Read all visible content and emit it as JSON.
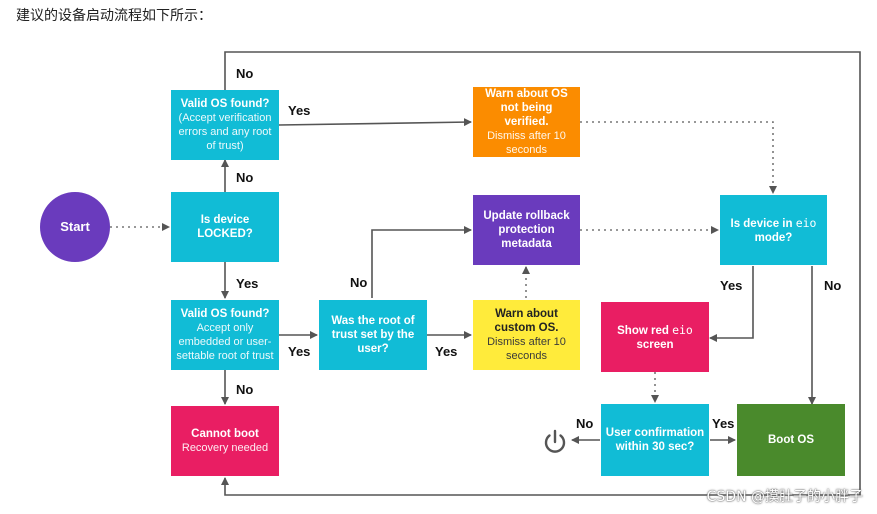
{
  "caption": "建议的设备启动流程如下所示：",
  "nodes": {
    "start": "Start",
    "locked": "Is device LOCKED?",
    "valid_unlocked": {
      "title": "Valid OS found?",
      "sub": "(Accept verification errors and any root of trust)"
    },
    "warn_unverified": {
      "title": "Warn about OS not being verified.",
      "sub": "Dismiss after 10 seconds"
    },
    "update_rollback": "Update rollback protection metadata",
    "eio_mode": {
      "pre": "Is device in ",
      "code": "eio",
      "post": " mode?"
    },
    "valid_locked": {
      "title": "Valid OS found?",
      "sub": "Accept only embedded or user-settable root of trust"
    },
    "root_set": "Was the root of trust set by the user?",
    "warn_custom": {
      "title": "Warn about custom OS.",
      "sub": "Dismiss after 10 seconds"
    },
    "show_red": {
      "pre": "Show red ",
      "code": "eio",
      "post": " screen"
    },
    "cannot_boot": {
      "title": "Cannot boot",
      "sub": "Recovery needed"
    },
    "user_confirm": "User confirmation within 30 sec?",
    "boot_os": "Boot OS"
  },
  "labels": {
    "no_top": "No",
    "yes_valid_unlocked": "Yes",
    "no_locked": "No",
    "yes_locked": "Yes",
    "yes_valid_locked": "Yes",
    "no_valid_locked": "No",
    "no_root": "No",
    "yes_root": "Yes",
    "yes_eio": "Yes",
    "no_eio": "No",
    "no_confirm": "No",
    "yes_confirm": "Yes"
  },
  "icons": {
    "power": "power-icon"
  },
  "watermark": "CSDN @摸肚子的小胖子",
  "colors": {
    "cyan": "#11bcd6",
    "orange": "#fb8c00",
    "purple": "#6a3bbd",
    "yellow": "#ffeb3b",
    "pink": "#e91e63",
    "green": "#4a8a2c",
    "edge": "#555555"
  }
}
